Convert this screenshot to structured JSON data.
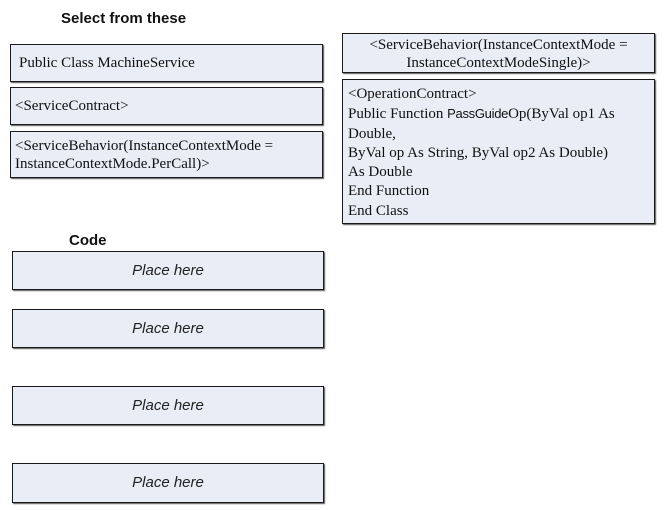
{
  "headings": {
    "select": "Select  from these",
    "code": "Code"
  },
  "options": {
    "public_class": "Public Class MachineService",
    "service_contract": "<ServiceContract>",
    "percall": {
      "line1": "<ServiceBehavior(InstanceContextMode =",
      "line2": "InstanceContextMode.PerCall)>"
    },
    "single": {
      "line1": "<ServiceBehavior(InstanceContextMode =",
      "line2": "InstanceContextModeSingle)>"
    },
    "operation": {
      "line1": "<OperationContract>",
      "line2_pre": " Public Function ",
      "line2_name": "PassGuide",
      "line2_post": "Op(ByVal op1 As",
      "line3": "Double,",
      "line4": "ByVal op As String, ByVal op2 As Double)",
      "line5": "As Double",
      "line6": "End Function",
      "line7": "End Class"
    }
  },
  "drop_targets": [
    {
      "label": "Place here"
    },
    {
      "label": "Place here"
    },
    {
      "label": "Place here"
    },
    {
      "label": "Place here"
    }
  ]
}
